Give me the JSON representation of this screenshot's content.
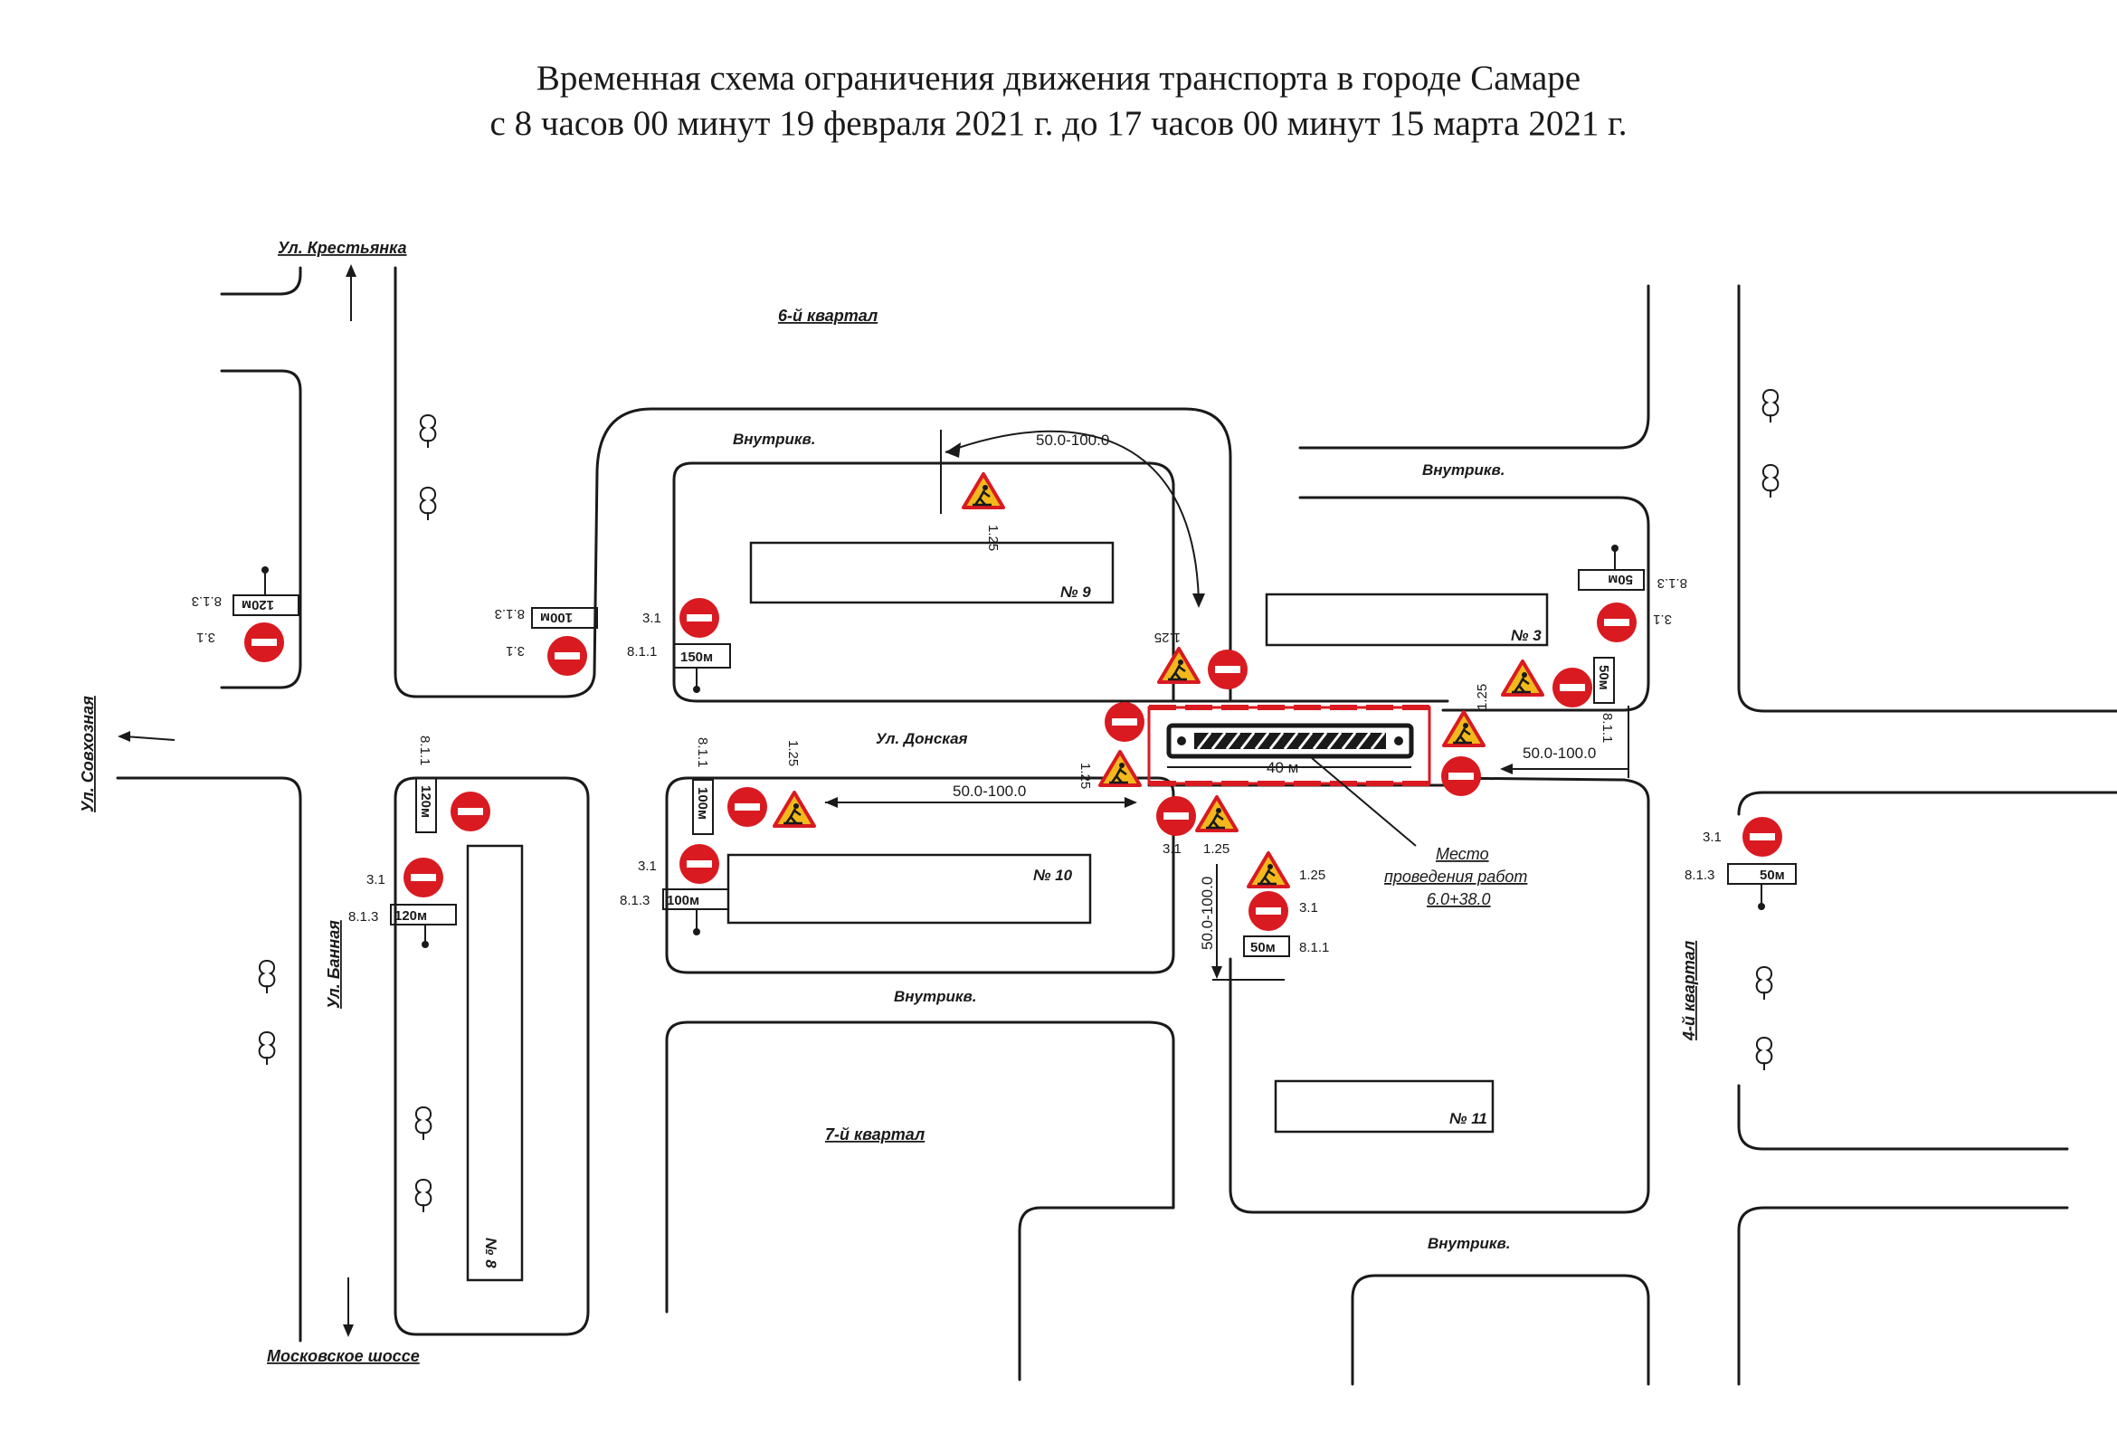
{
  "title": {
    "line1": "Временная схема ограничения движения транспорта в городе Самаре",
    "line2": "с 8 часов 00 минут 19 февраля 2021 г. до 17 часов 00 минут 15 марта 2021 г."
  },
  "streets": {
    "krestyanka": "Ул. Крестьянка",
    "sovkhoznaya": "Ул. Совхозная",
    "donskaya": "Ул. Донская",
    "bannaya": "Ул. Банная",
    "moskovskoe": "Московское шоссе"
  },
  "areas": {
    "kv6": "6-й квартал",
    "kv7": "7-й квартал",
    "kv4": "4-й квартал",
    "inner": "Внутрикв."
  },
  "buildings": {
    "b9": "№ 9",
    "b3": "№ 3",
    "b10": "№ 10",
    "b11": "№ 11",
    "b8": "№ 8"
  },
  "work_site": {
    "line1": "Место",
    "line2": "проведения работ",
    "line3": "6.0+38.0",
    "length": "40 м"
  },
  "sign_codes": {
    "no_entry": "3.1",
    "road_works": "1.25",
    "distance": "8.1.1",
    "distance_dir": "8.1.3"
  },
  "plates": {
    "p120a": "120м",
    "p100a": "100м",
    "p150": "150м",
    "p50a": "50м",
    "p50b": "50м",
    "p120b": "120м",
    "p120c": "120м",
    "p100b": "100м",
    "p100c": "100м",
    "p50c": "50м",
    "p50d": "50м"
  },
  "ranges": {
    "r1": "50.0-100.0",
    "r2": "50.0-100.0",
    "r3": "50.0-100.0",
    "r4": "50.0-100.0"
  },
  "colors": {
    "sign_red": "#d91a21",
    "warning_yellow": "#f3b81c",
    "ink": "#1a1a1a"
  }
}
